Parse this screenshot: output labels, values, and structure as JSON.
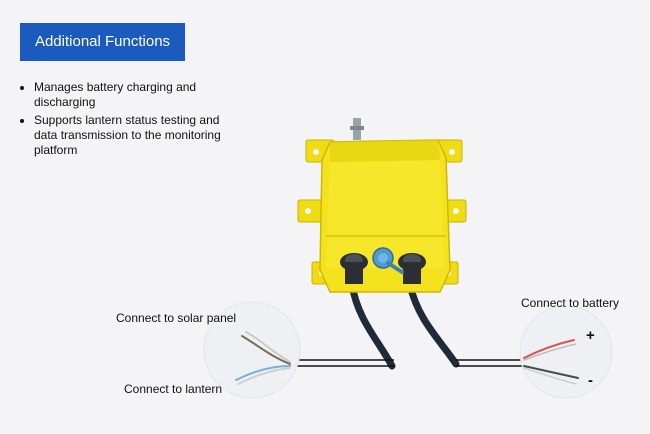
{
  "header": {
    "title": "Additional Functions"
  },
  "features": [
    "Manages battery charging and discharging",
    "Supports lantern status testing and data transmission to the monitoring platform"
  ],
  "callouts": {
    "solar_panel": "Connect to solar panel",
    "lantern": "Connect to lantern",
    "battery": "Connect to battery"
  },
  "polarity": {
    "positive": "+",
    "negative": "-"
  },
  "colors": {
    "accent": "#1b5bbd",
    "housing": "#f4e21e",
    "background": "#f4f4f6"
  }
}
